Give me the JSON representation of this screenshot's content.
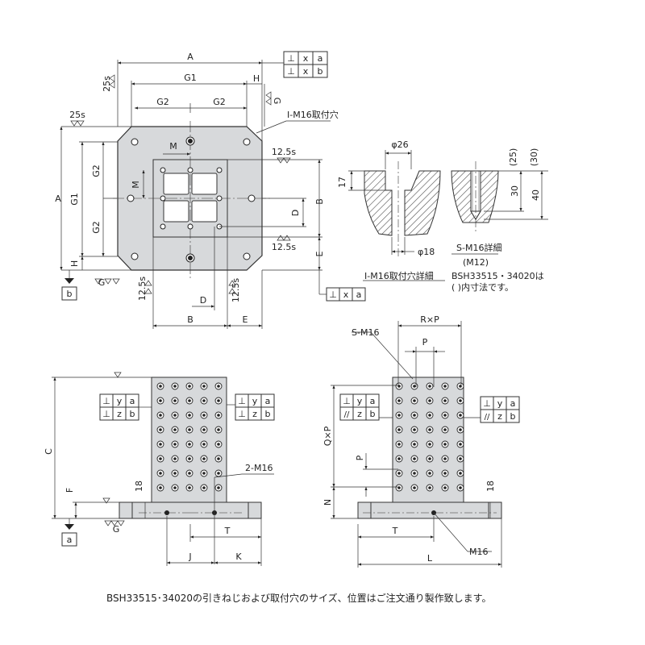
{
  "dims": {
    "A_top": "A",
    "G1_top": "G1",
    "G2_left": "G2",
    "G2_right": "G2",
    "H_top": "H",
    "G_right": "G",
    "M_top": "M",
    "M_side": "M",
    "s25_top": "25s",
    "s25_left": "25s",
    "s125_tr": "12.5s",
    "s125_br": "12.5s",
    "s125_bl": "12.5s",
    "s125_bm": "12.5s",
    "A_left": "A",
    "G1_left": "G1",
    "G2_left_up": "G2",
    "G2_left_dn": "G2",
    "H_left": "H",
    "G_bottom": "G",
    "B_right": "B",
    "E_right": "E",
    "D_right": "D",
    "D_bottom": "D",
    "B_bottom": "B",
    "E_bottom": "E"
  },
  "datum": {
    "a": "a",
    "b": "b"
  },
  "tolerance": {
    "tr_row1": [
      "⊥",
      "x",
      "a"
    ],
    "tr_row2": [
      "⊥",
      "x",
      "b"
    ],
    "mid": [
      "⊥",
      "x",
      "a"
    ],
    "bl_left_1": [
      "⊥",
      "y",
      "a"
    ],
    "bl_left_2": [
      "⊥",
      "z",
      "b"
    ],
    "br_left_1": [
      "⊥",
      "y",
      "a"
    ],
    "br_left_2": [
      "//",
      "z",
      "b"
    ],
    "br_right_1": [
      "⊥",
      "y",
      "a"
    ],
    "br_right_2": [
      "//",
      "z",
      "b"
    ]
  },
  "detail_hole": {
    "phi26": "φ26",
    "d17": "17",
    "phi18": "φ18",
    "caption": "I-M16取付穴詳細"
  },
  "detail_thread": {
    "d25": "(25)",
    "d30p": "(30)",
    "d30": "30",
    "d40": "40",
    "caption": "S-M16詳細",
    "sub": "(M12)",
    "note1": "BSH33515・34020は",
    "note2": "(    )内寸法です。"
  },
  "top_view": {
    "mount_callout": "I-M16取付穴"
  },
  "front_left": {
    "C": "C",
    "F": "F",
    "G": "G",
    "d18": "18",
    "callout": "2-M16",
    "T": "T",
    "J": "J",
    "K": "K"
  },
  "front_right": {
    "S": "S-M16",
    "RxP": "R×P",
    "P_top": "P",
    "QxP": "Q×P",
    "P_left": "P",
    "N": "N",
    "d18": "18",
    "T": "T",
    "L": "L",
    "M16": "M16"
  },
  "footnote": "BSH33515･34020の引きねじおよび取付穴のサイズ、位置はご注文通り製作致します。"
}
